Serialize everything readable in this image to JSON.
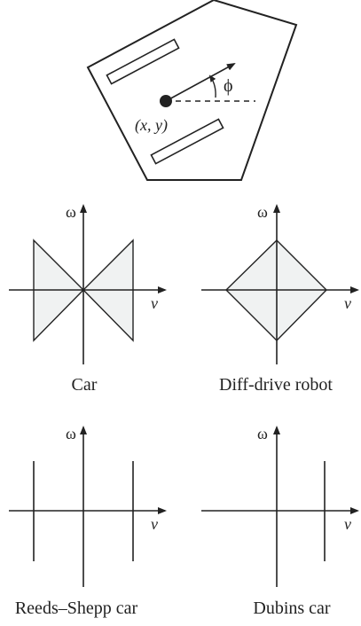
{
  "robot": {
    "position_label": "(x, y)",
    "heading_label": "ϕ"
  },
  "axes": {
    "omega_label": "ω",
    "v_label": "ν"
  },
  "panels": [
    {
      "id": "car",
      "caption": "Car"
    },
    {
      "id": "diff-drive",
      "caption": "Diff-drive robot"
    },
    {
      "id": "reeds-shepp",
      "caption": "Reeds–Shepp car"
    },
    {
      "id": "dubins",
      "caption": "Dubins car"
    }
  ],
  "colors": {
    "stroke": "#222222",
    "region_fill": "#f0f2f2",
    "background": "#ffffff"
  }
}
